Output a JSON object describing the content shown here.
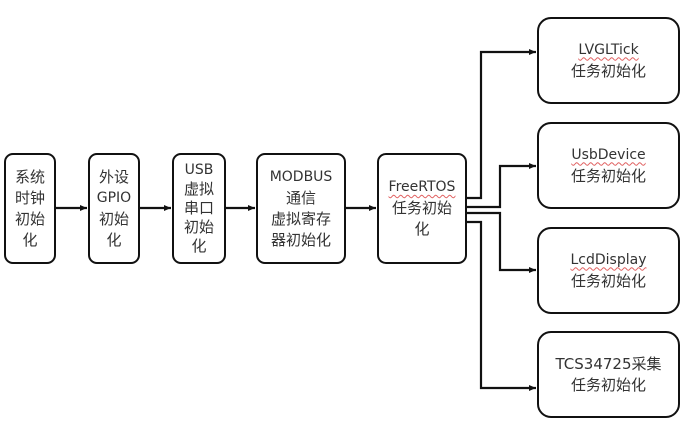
{
  "diagram": {
    "type": "flowchart",
    "main_flow": [
      {
        "id": "clock",
        "lines": [
          "系统",
          "时钟",
          "初始",
          "化"
        ]
      },
      {
        "id": "gpio",
        "lines": [
          "外设",
          "GPIO",
          "初始",
          "化"
        ]
      },
      {
        "id": "usb",
        "lines": [
          "USB",
          "虚拟",
          "串口",
          "初始",
          "化"
        ]
      },
      {
        "id": "modbus",
        "lines": [
          "MODBUS",
          "通信",
          "虚拟寄存",
          "器初始化"
        ]
      },
      {
        "id": "freertos",
        "lines": [
          "FreeRTOS",
          "任务初始",
          "化"
        ]
      }
    ],
    "tasks": [
      {
        "id": "lvgltick",
        "lines": [
          "LVGLTick",
          "任务初始化"
        ]
      },
      {
        "id": "usbdevice",
        "lines": [
          "UsbDevice",
          "任务初始化"
        ]
      },
      {
        "id": "lcddisplay",
        "lines": [
          "LcdDisplay",
          "任务初始化"
        ]
      },
      {
        "id": "tcs34725",
        "lines": [
          "TCS34725采集",
          "任务初始化"
        ]
      }
    ],
    "edges": [
      [
        "clock",
        "gpio"
      ],
      [
        "gpio",
        "usb"
      ],
      [
        "usb",
        "modbus"
      ],
      [
        "modbus",
        "freertos"
      ],
      [
        "freertos",
        "lvgltick"
      ],
      [
        "freertos",
        "usbdevice"
      ],
      [
        "freertos",
        "lcddisplay"
      ],
      [
        "freertos",
        "tcs34725"
      ]
    ]
  }
}
